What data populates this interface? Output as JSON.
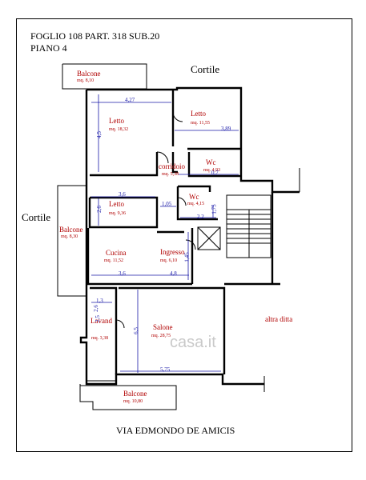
{
  "header": {
    "line1": "FOGLIO 108 PART. 318 SUB.20",
    "line2": "PIANO 4"
  },
  "labels": {
    "cortile_top": "Cortile",
    "cortile_left": "Cortile",
    "altra_ditta": "altra ditta",
    "street": "VIA EDMONDO DE AMICIS",
    "watermark": "casa.it"
  },
  "rooms": [
    {
      "name": "Balcone",
      "area": "mq. 8,10"
    },
    {
      "name": "Letto",
      "area": "mq. 18,32"
    },
    {
      "name": "Letto",
      "area": "mq. 11,55"
    },
    {
      "name": "corridoio",
      "area": "mq. 5,38"
    },
    {
      "name": "Wc",
      "area": "mq. 4,93"
    },
    {
      "name": "Letto",
      "area": "mq. 9,36"
    },
    {
      "name": "Wc",
      "area": "mq. 4,15"
    },
    {
      "name": "Balcone",
      "area": "mq. 8,30"
    },
    {
      "name": "Cucina",
      "area": "mq. 11,52"
    },
    {
      "name": "Ingresso",
      "area": "mq. 6,10"
    },
    {
      "name": "Lavand",
      "area": "mq. 3,38"
    },
    {
      "name": "Salone",
      "area": "mq. 28,75"
    },
    {
      "name": "Balcone",
      "area": "mq. 10,80"
    }
  ],
  "dimensions": [
    "4,27",
    "4,5",
    "3,89",
    "3,6",
    "2,6",
    "1,05",
    "2,2",
    "1,75",
    "3,6",
    "4,8",
    "1,3",
    "5,75",
    "0,7",
    "2,6",
    "1,45",
    "2,5",
    "6,5"
  ],
  "colors": {
    "line": "#000000",
    "room_text": "#b00000",
    "dimension": "#1a1aa8"
  }
}
